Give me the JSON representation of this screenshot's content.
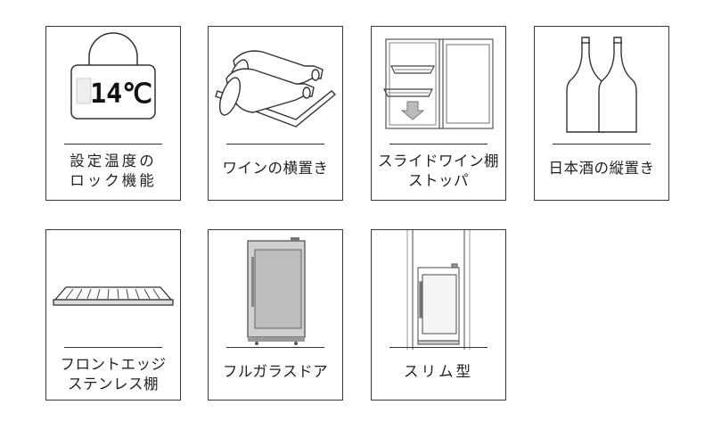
{
  "features": [
    {
      "id": "temp-lock",
      "lines": [
        "設定温度の",
        "ロック機能"
      ],
      "display": "14℃"
    },
    {
      "id": "horizontal-storage",
      "lines": [
        "ワインの横置き"
      ]
    },
    {
      "id": "slide-shelf-stopper",
      "lines": [
        "スライドワイン棚",
        "ストッパ"
      ]
    },
    {
      "id": "sake-vertical",
      "lines": [
        "日本酒の縦置き"
      ]
    },
    {
      "id": "front-edge-shelf",
      "lines": [
        "フロントエッジ",
        "ステンレス棚"
      ]
    },
    {
      "id": "full-glass-door",
      "lines": [
        "フルガラスドア"
      ]
    },
    {
      "id": "slim",
      "lines": [
        "スリム型"
      ]
    }
  ]
}
